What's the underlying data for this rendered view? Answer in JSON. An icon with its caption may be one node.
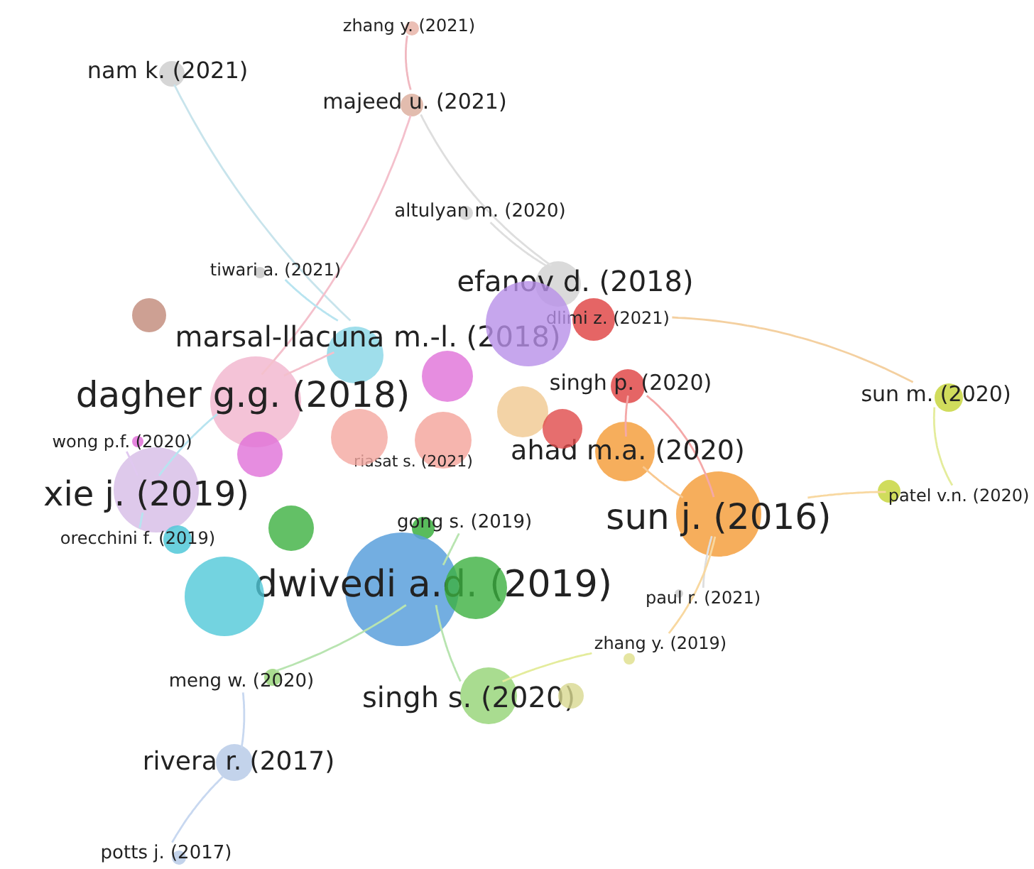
{
  "diagram": {
    "nodes": [
      {
        "text": [
          "zhang y. (2021)"
        ]
      },
      {
        "text": [
          "nam k. (2021)"
        ]
      },
      {
        "text": [
          "majeed u. (2021)"
        ]
      },
      {
        "text": [
          "altulyan m. (2020)"
        ]
      },
      {
        "text": [
          "tiwari a. (2021)"
        ]
      },
      {
        "text": [
          "efanov d. (2018)"
        ]
      },
      {
        "text": [
          "dlimi z. (2021)"
        ]
      },
      {
        "text": [
          "marsal-llacuna m.-l. (2018)"
        ]
      },
      {
        "text": [
          "dagher g.g. (2018)"
        ]
      },
      {
        "text": [
          "singh p. (2020)"
        ]
      },
      {
        "text": [
          "sun m. (2020)"
        ]
      },
      {
        "text": [
          "wong p.f. (2020)"
        ]
      },
      {
        "text": [
          "riasat s. (2021)"
        ]
      },
      {
        "text": [
          "ahad m.a. (2020)"
        ]
      },
      {
        "text": [
          "xie j. (2019)"
        ]
      },
      {
        "text": [
          "patel v.n. (2020)"
        ]
      },
      {
        "text": [
          "gong s. (2019)"
        ]
      },
      {
        "text": [
          "sun j. (2016)"
        ]
      },
      {
        "text": [
          "orecchini f. (2019)"
        ]
      },
      {
        "text": [
          "dwivedi a.d. (2019)"
        ]
      },
      {
        "text": [
          "paul r. (2021)"
        ]
      },
      {
        "text": [
          "zhang y. (2019)"
        ]
      },
      {
        "text": [
          "meng w. (2020)"
        ]
      },
      {
        "text": [
          "singh s. (2020)"
        ]
      },
      {
        "text": [
          "rivera r. (2017)"
        ]
      },
      {
        "text": [
          "potts j. (2017)"
        ]
      },
      {
        "text": [],
        "shape": "circle"
      },
      {
        "text": [],
        "shape": "circle"
      },
      {
        "text": [],
        "shape": "circle"
      },
      {
        "text": [],
        "shape": "circle"
      },
      {
        "text": [],
        "shape": "circle"
      },
      {
        "text": [],
        "shape": "circle"
      },
      {
        "text": [],
        "shape": "circle"
      },
      {
        "text": [],
        "shape": "circle"
      },
      {
        "text": [],
        "shape": "circle"
      },
      {
        "text": [],
        "shape": "circle"
      },
      {
        "text": [],
        "shape": "circle"
      }
    ],
    "edges": [
      {
        "from": 0,
        "to": 2,
        "arrow": "none",
        "color": "#f0b8c0"
      },
      {
        "from": 1,
        "to": 7,
        "arrow": "none",
        "color": "#c8e4ec"
      },
      {
        "from": 2,
        "to": 8,
        "arrow": "none",
        "color": "#f4c0cc"
      },
      {
        "from": 2,
        "to": 5,
        "arrow": "none"
      },
      {
        "from": 3,
        "to": 5,
        "arrow": "none"
      },
      {
        "from": 4,
        "to": 7,
        "arrow": "none",
        "color": "#b8e4f0"
      },
      {
        "from": 6,
        "to": 10,
        "arrow": "none",
        "color": "#f4d0a0"
      },
      {
        "from": 7,
        "to": 8,
        "arrow": "none",
        "color": "#f4c0cc"
      },
      {
        "from": 8,
        "to": 14,
        "arrow": "none",
        "color": "#b8e4f0"
      },
      {
        "from": 11,
        "to": 14,
        "arrow": "none",
        "color": "#e0c8f0"
      },
      {
        "from": 14,
        "to": 18,
        "arrow": "none",
        "color": "#b8e4f0"
      },
      {
        "from": 9,
        "to": 13,
        "arrow": "none",
        "color": "#f4a8a8"
      },
      {
        "from": 9,
        "to": 17,
        "arrow": "none",
        "color": "#f4a8a8"
      },
      {
        "from": 13,
        "to": 17,
        "arrow": "none",
        "color": "#f8c890"
      },
      {
        "from": 10,
        "to": 15,
        "arrow": "none",
        "color": "#e4ec9c"
      },
      {
        "from": 15,
        "to": 17,
        "arrow": "none",
        "color": "#f8d8a0"
      },
      {
        "from": 17,
        "to": 20,
        "arrow": "none"
      },
      {
        "from": 17,
        "to": 21,
        "arrow": "none",
        "color": "#f8d8a0"
      },
      {
        "from": 16,
        "to": 19,
        "arrow": "none",
        "color": "#b8e4b0"
      },
      {
        "from": 19,
        "to": 23,
        "arrow": "none",
        "color": "#b8e4b0"
      },
      {
        "from": 19,
        "to": 22,
        "arrow": "none",
        "color": "#b8e4b0"
      },
      {
        "from": 21,
        "to": 23,
        "arrow": "none",
        "color": "#e4ec9c"
      },
      {
        "from": 22,
        "to": 24,
        "arrow": "none",
        "color": "#c8d8f0"
      },
      {
        "from": 24,
        "to": 25,
        "arrow": "none",
        "color": "#c8d8f0"
      }
    ]
  }
}
